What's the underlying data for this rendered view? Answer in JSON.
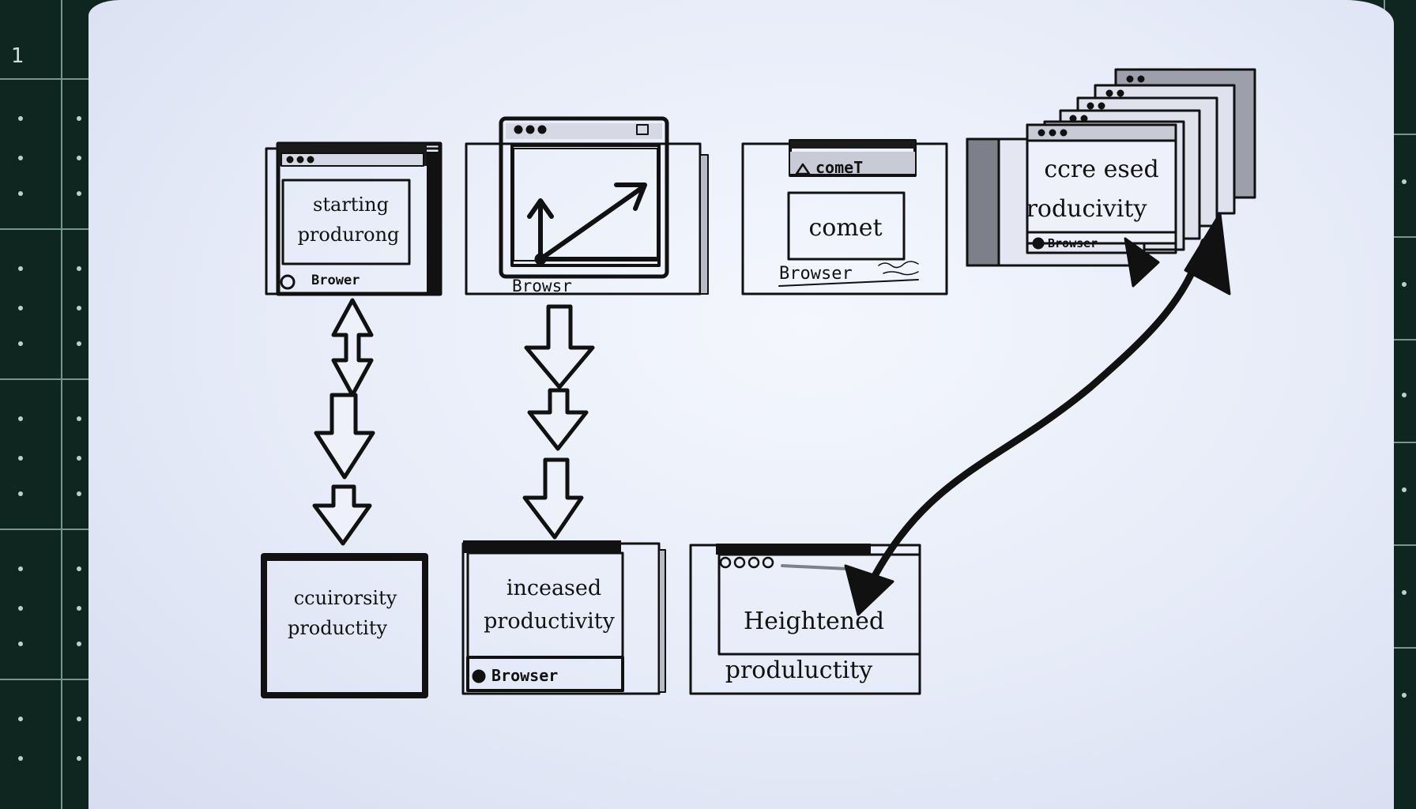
{
  "mat": {
    "corner_number": "1"
  },
  "boxes": {
    "b1": {
      "line1": "starting",
      "line2": "produrong",
      "footer": "Brower"
    },
    "b2": {
      "footer": "Browsr"
    },
    "b3": {
      "header": "comeT",
      "body": "comet",
      "footer": "Browser"
    },
    "b4": {
      "line1": "ccre esed",
      "line2": "roducivity",
      "footer": "Browser"
    },
    "b5": {
      "line1": "ccuirorsity",
      "line2": "productity"
    },
    "b6": {
      "line1": "inceased",
      "line2": "productivity",
      "footer": "Browser"
    },
    "b7": {
      "line1": "Heightened",
      "line2": "produluctity"
    }
  },
  "colors": {
    "ink": "#111111",
    "paper": "#e9edf9",
    "mat": "#0f2620"
  }
}
